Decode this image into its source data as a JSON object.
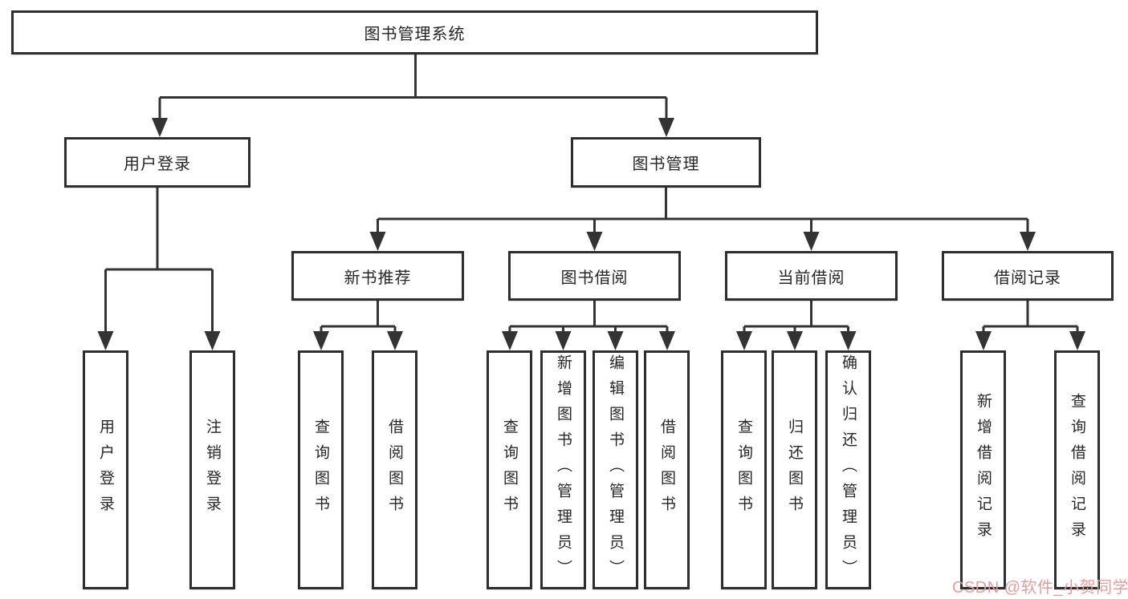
{
  "tree": {
    "label": "图书管理系统",
    "children": [
      {
        "label": "用户登录",
        "children": [
          {
            "label": "用户登录"
          },
          {
            "label": "注销登录"
          }
        ]
      },
      {
        "label": "图书管理",
        "children": [
          {
            "label": "新书推荐",
            "children": [
              {
                "label": "查询图书"
              },
              {
                "label": "借阅图书"
              }
            ]
          },
          {
            "label": "图书借阅",
            "children": [
              {
                "label": "查询图书"
              },
              {
                "label": "新增图书（管理员）"
              },
              {
                "label": "编辑图书（管理员）"
              },
              {
                "label": "借阅图书"
              }
            ]
          },
          {
            "label": "当前借阅",
            "children": [
              {
                "label": "查询图书"
              },
              {
                "label": "归还图书"
              },
              {
                "label": "确认归还（管理员）"
              }
            ]
          },
          {
            "label": "借阅记录",
            "children": [
              {
                "label": "新增借阅记录"
              },
              {
                "label": "查询借阅记录"
              }
            ]
          }
        ]
      }
    ]
  },
  "watermark": {
    "text": "CSDN @软件_小贺同学"
  },
  "colors": {
    "line": "#333333",
    "box_border": "#2e2e2e",
    "text": "#262626",
    "background": "#ffffff",
    "watermark": "#e59c9c"
  }
}
